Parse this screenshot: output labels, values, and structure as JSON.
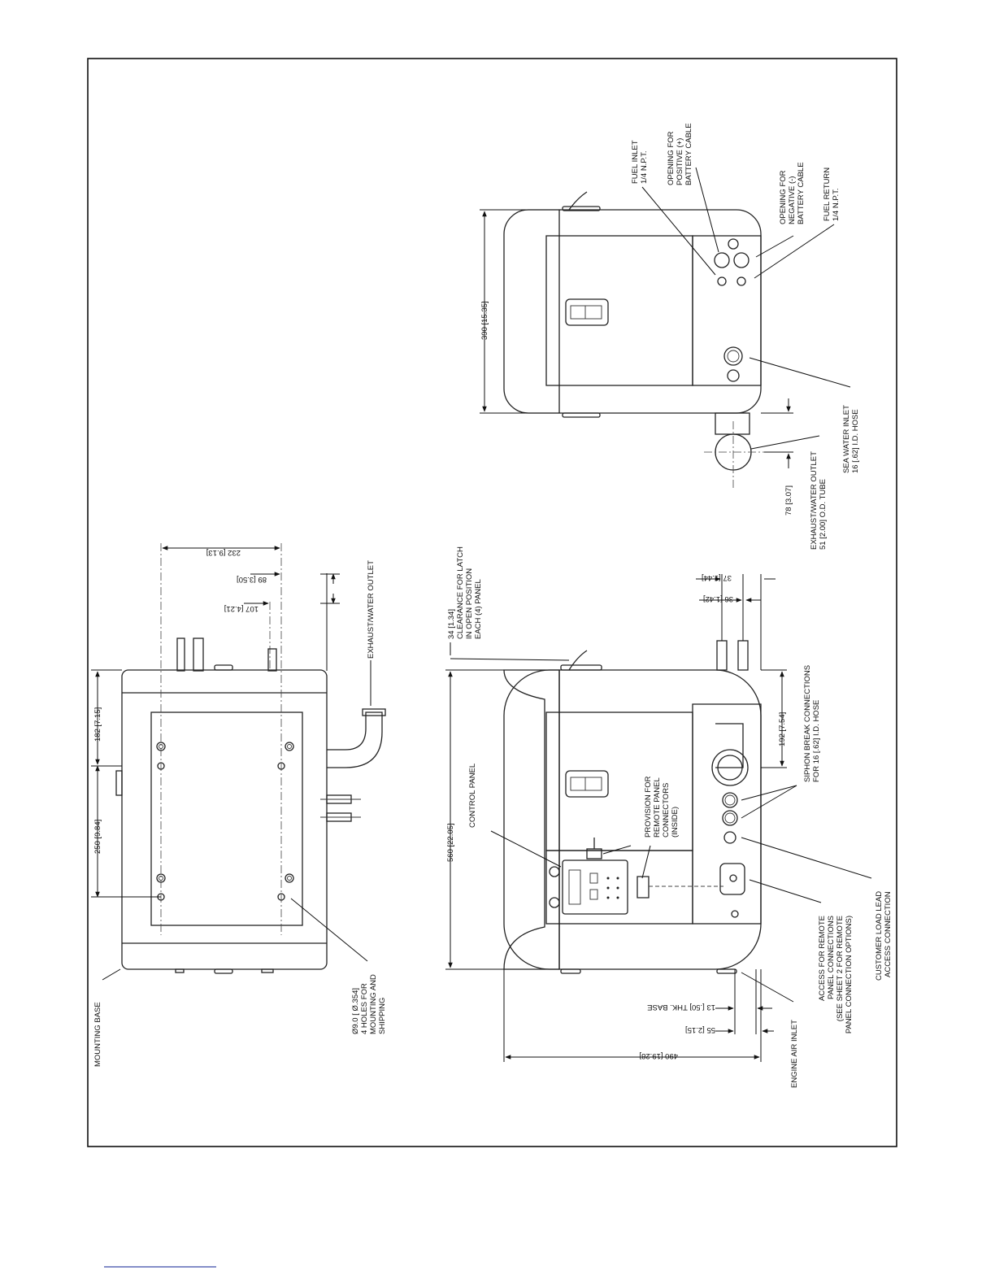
{
  "mounting_base": "MOUNTING BASE",
  "holes_note": [
    "Ø9.0 [ Ø.354]",
    "4 HOLES FOR",
    "MOUNTING AND",
    "SHIPPING"
  ],
  "dim_250": "250 [9.84]",
  "dim_182": "182 [7.15]",
  "dim_232": "232 [9.13]",
  "dim_89": "89 [3.50]",
  "dim_107": "107 [4.21]",
  "exhaust_outlet": "EXHAUST/WATER OUTLET",
  "clearance_note": [
    "34 [1.34]",
    "CLEARANCE FOR LATCH",
    "IN OPEN POSITION",
    "EACH (4) PANEL"
  ],
  "dim_560": "560 [22.05]",
  "control_panel": "CONTROL PANEL",
  "remote_provision": [
    "PROVISION FOR",
    "REMOTE PANEL",
    "CONNECTORS",
    "(INSIDE)"
  ],
  "dim_192": "192 [7.54]",
  "siphon_note": [
    "SIPHON BREAK CONNECTIONS",
    "FOR 16 [.62] I.D. HOSE"
  ],
  "dim_37": "37 [1.44]",
  "dim_36": "36 [1.42]",
  "dim_490": "490 [19.28]",
  "dim_55": "55 [2.15]",
  "dim_13": "13 [.50] THK. BASE",
  "engine_air_inlet": "ENGINE AIR INLET",
  "access_remote": [
    "ACCESS FOR REMOTE",
    "PANEL CONNECTIONS",
    "(SEE SHEET 2 FOR REMOTE",
    "PANEL CONNECTION OPTIONS)"
  ],
  "customer_load": [
    "CUSTOMER LOAD LEAD",
    "ACCESS CONNECTION"
  ],
  "fuel_inlet": [
    "FUEL INLET",
    "1/4 N.P.T."
  ],
  "opening_positive": [
    "OPENING FOR",
    "POSITIVE (+)",
    "BATTERY CABLE"
  ],
  "opening_negative": [
    "OPENING FOR",
    "NEGATIVE (-)",
    "BATTERY CABLE"
  ],
  "fuel_return": [
    "FUEL RETURN",
    "1/4 N.P.T."
  ],
  "dim_390": "390 [15.35]",
  "sea_water_inlet": [
    "SEA WATER INLET",
    "16 [.62] I.D. HOSE"
  ],
  "exhaust_tube": [
    "EXHAUST/WATER OUTLET",
    "51 [2.00] O.D. TUBE"
  ],
  "dim_78": "78 [3.07]"
}
